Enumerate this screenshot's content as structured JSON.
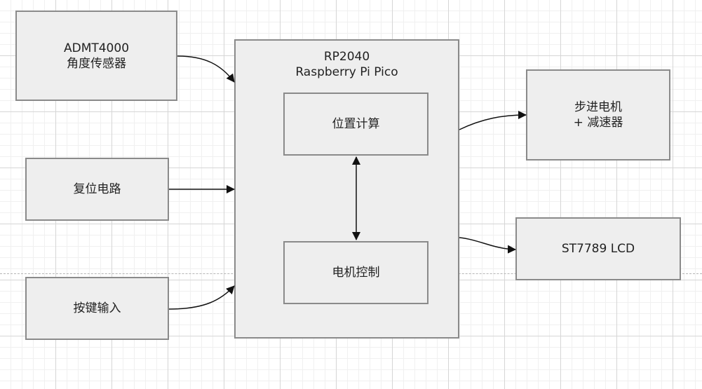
{
  "diagram": {
    "sensor": {
      "line1": "ADMT4000",
      "line2": "角度传感器"
    },
    "reset": {
      "label": "复位电路"
    },
    "button": {
      "label": "按键输入"
    },
    "mcu": {
      "line1": "RP2040",
      "line2": "Raspberry Pi Pico"
    },
    "position_calc": {
      "label": "位置计算"
    },
    "motor_control": {
      "label": "电机控制"
    },
    "stepper": {
      "line1": "步进电机",
      "line2": "+ 减速器"
    },
    "lcd": {
      "label": "ST7789 LCD"
    }
  }
}
